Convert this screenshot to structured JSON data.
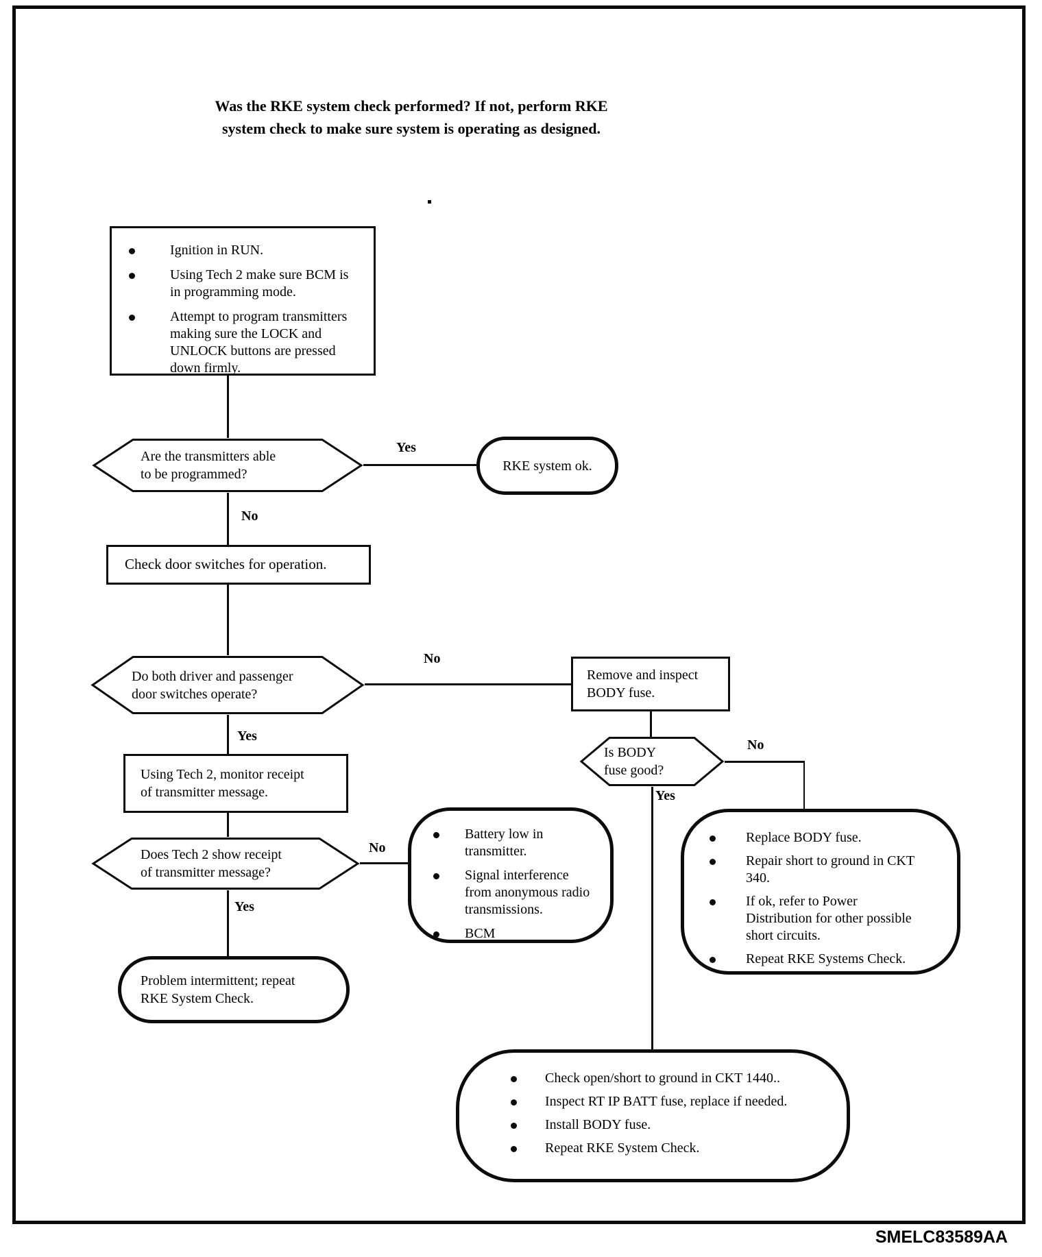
{
  "title": {
    "lines": [
      "Was the RKE system check performed? If not, perform RKE",
      "system check to make sure system is operating as designed."
    ]
  },
  "edge_labels": {
    "yes": "Yes",
    "no": "No"
  },
  "nodes": {
    "prep": {
      "type": "process",
      "bullets": [
        "Ignition in RUN.",
        "Using Tech 2 make sure BCM is in programming mode.",
        "Attempt to program transmitters making sure the LOCK and UNLOCK buttons are pressed down firmly."
      ]
    },
    "q_program": {
      "type": "decision",
      "lines": [
        "Are the transmitters able",
        "to be programmed?"
      ]
    },
    "rke_ok": {
      "type": "terminal",
      "text": "RKE system ok."
    },
    "check_door": {
      "type": "process",
      "text": "Check door switches for operation."
    },
    "q_door": {
      "type": "decision",
      "lines": [
        "Do both driver and passenger",
        "door switches operate?"
      ]
    },
    "remove_fuse": {
      "type": "process",
      "lines": [
        "Remove and inspect",
        "BODY fuse."
      ]
    },
    "monitor": {
      "type": "process",
      "lines": [
        "Using Tech 2, monitor receipt",
        "of transmitter message."
      ]
    },
    "q_receipt": {
      "type": "decision",
      "lines": [
        "Does Tech 2 show receipt",
        "of transmitter message?"
      ]
    },
    "causes": {
      "type": "terminal",
      "bullets": [
        "Battery low in transmitter.",
        "Signal interference from anonymous radio transmissions.",
        "BCM"
      ]
    },
    "intermittent": {
      "type": "terminal",
      "lines": [
        "Problem intermittent; repeat",
        "RKE System Check."
      ]
    },
    "q_fuse": {
      "type": "decision",
      "lines": [
        "Is BODY",
        "fuse good?"
      ]
    },
    "replace_fuse": {
      "type": "terminal",
      "bullets": [
        "Replace BODY fuse.",
        "Repair short to ground in CKT 340.",
        "If ok, refer to Power Distribution for other possible short circuits.",
        "Repeat RKE Systems Check."
      ]
    },
    "ckt_check": {
      "type": "terminal",
      "bullets": [
        "Check open/short to ground in CKT 1440..",
        "Inspect RT IP BATT fuse, replace if needed.",
        "Install BODY fuse.",
        "Repeat RKE System Check."
      ]
    }
  },
  "figure_code": "SMELC83589AA",
  "colors": {
    "ink": "#0c0c0c",
    "background": "#ffffff"
  }
}
